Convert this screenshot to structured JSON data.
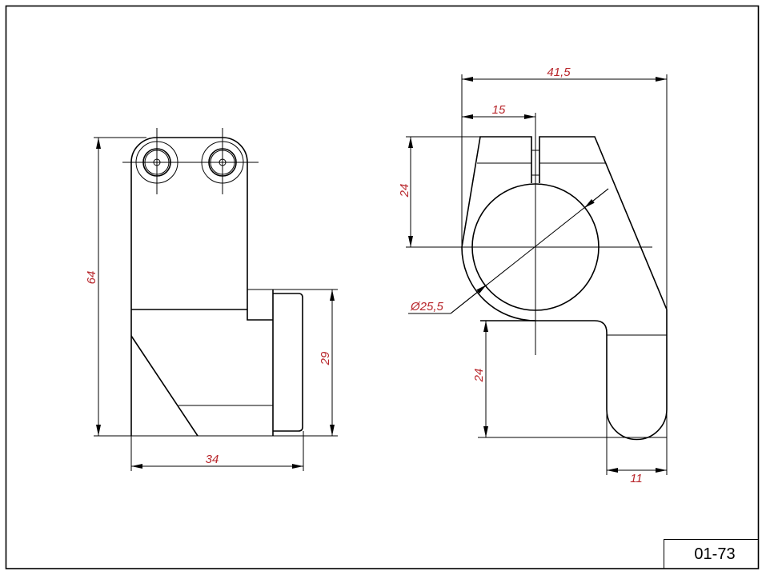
{
  "drawing": {
    "number": "01-73",
    "colors": {
      "line": "#000000",
      "dimension_text": "#b8262b",
      "background": "#ffffff"
    },
    "side_view": {
      "dimensions": {
        "height": "64",
        "width": "34",
        "step_height": "29"
      }
    },
    "front_view": {
      "dimensions": {
        "overall_width": "41,5",
        "slot_offset": "15",
        "upper_height": "24",
        "bore_diameter": "Ø25,5",
        "lower_height": "24",
        "tab_width": "11"
      }
    }
  }
}
